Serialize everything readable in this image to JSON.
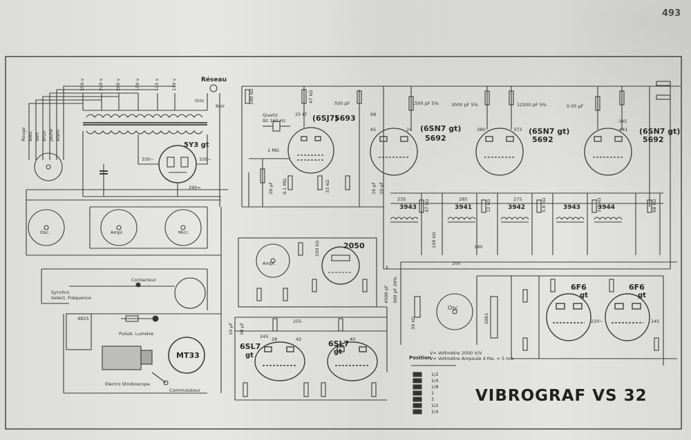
{
  "page_number": "493",
  "title": "VIBROGRAF VS 32",
  "mains": {
    "heading": "Réseau",
    "gris": "Gris",
    "noir": "Noir"
  },
  "voltages": [
    "250 v",
    "220 v",
    "200 v",
    "150 v",
    "125 v",
    "110 v"
  ],
  "wire_colors": [
    "Rouge",
    "Bleu",
    "Vert",
    "Brun",
    "Jaune",
    "Blanc"
  ],
  "rectifier": {
    "name": "5Y3 gt",
    "in": "330~",
    "out": "330~",
    "dc": "290="
  },
  "sockets": {
    "osc": "Osc.",
    "ampl": "Ampl.",
    "micr": "Micr.",
    "ampl2": "Ampl."
  },
  "tubes": [
    {
      "name": "(6SJ7)",
      "code": "5693"
    },
    {
      "name": "(6SN7 gt)",
      "code": "5692"
    },
    {
      "name": "(6SN7 gt)",
      "code": "5692"
    },
    {
      "name": "(6SN7 gt)",
      "code": "5692"
    },
    {
      "name": "2050"
    },
    {
      "name": "6SL7",
      "sub": "gt"
    },
    {
      "name": "6SL7",
      "sub": "gt"
    },
    {
      "name": "6F6",
      "sub": "gt"
    },
    {
      "name": "6F6",
      "sub": "gt"
    },
    {
      "name": "MT33"
    }
  ],
  "filters": [
    "3943",
    "3941",
    "3942",
    "3943",
    "3944"
  ],
  "quartz": {
    "label": "Quartz",
    "freq": "92 160 Hz"
  },
  "osc": {
    "label": "Osc",
    "ind": "2861"
  },
  "controls": {
    "synchro": "Synchro",
    "select": "Select. Fréquence",
    "pulsate": "Pulsat. Lumière",
    "contact": "Contacteur",
    "commutateur": "Commutateur",
    "electro": "Electro Stroboscope",
    "tube": "4825"
  },
  "positions_table": {
    "heading": "Position",
    "note1": "V= Voltmètre 2000 V/V",
    "note2": "V= Voltmètre Ampoule 4 Ma. = 5 mA",
    "rows": [
      "1/2",
      "1/4",
      "1/8",
      "1",
      "2",
      "1/2",
      "1/4"
    ]
  },
  "component_labels": [
    "100 kΩ",
    "47 kΩ",
    "1 MΩ",
    "0.1 MΩ",
    "25 Kf",
    "33 kΩ",
    "500 pF",
    "1500 pF 5%",
    "3000 pF 5%",
    "12500 pF 5%",
    "0.05 µF",
    "20 µF",
    "16 µF",
    "10 µF",
    "47 kΩ",
    "150 kΩ",
    "12 kΩ",
    "5.6 kΩ",
    "2.2 kΩ",
    "68 kΩ",
    "220 kΩ",
    "68",
    "65",
    "24",
    "235",
    "373",
    "441",
    "380",
    "345",
    "285",
    "275",
    "200",
    "190",
    "245",
    "28",
    "42",
    "40",
    "255",
    "300 pF 20%",
    "39 kΩ",
    "10 µF",
    "30 µF",
    "4500 pF",
    "220~",
    "245"
  ]
}
